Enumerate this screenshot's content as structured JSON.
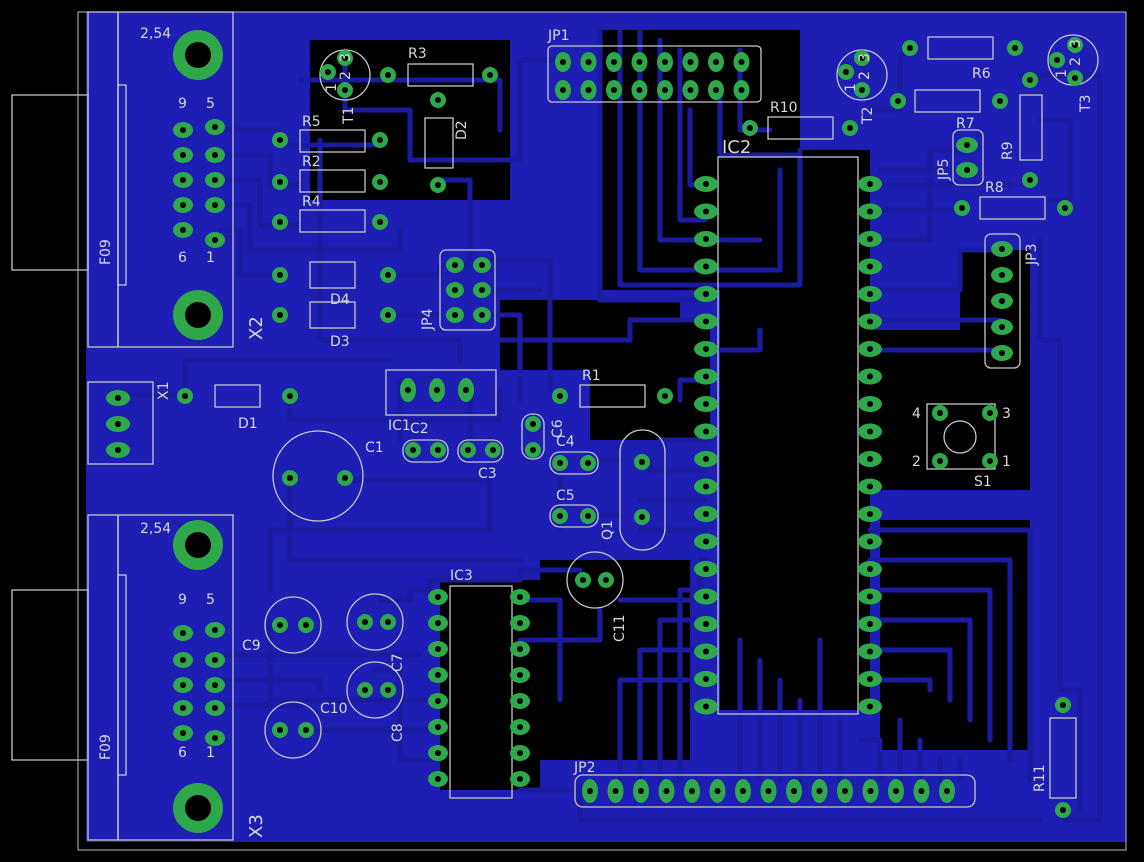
{
  "colors": {
    "background": "#000000",
    "board": "#1e1eb4",
    "trace": "#1a1a9c",
    "pad": "#2ea84a",
    "silkscreen": "#c8c8c8",
    "bridge": "#c83030"
  },
  "labels": {
    "jp1": "JP1",
    "jp2": "JP2",
    "jp3": "JP3",
    "jp4": "JP4",
    "jp5": "JP5",
    "ic2": "IC2",
    "ic3": "IC3",
    "ic1": "IC1",
    "r1": "R1",
    "r2": "R2",
    "r3": "R3",
    "r4": "R4",
    "r5": "R5",
    "r6": "R6",
    "r7": "R7",
    "r8": "R8",
    "r9": "R9",
    "r10": "R10",
    "r11": "R11",
    "d1": "D1",
    "d2": "D2",
    "d3": "D3",
    "d4": "D4",
    "t1": "T1",
    "t2": "T2",
    "t3": "T3",
    "c1": "C1",
    "c2": "C2",
    "c3": "C3",
    "c4": "C4",
    "c5": "C5",
    "c6": "C6",
    "c7": "C7",
    "c8": "C8",
    "c9": "C9",
    "c10": "C10",
    "c11": "C11",
    "q1": "Q1",
    "s1": "S1",
    "x1": "X1",
    "x2": "X2",
    "x3": "X3",
    "f09": "F09",
    "pitch": "2,54",
    "pin1": "1",
    "pin2": "2",
    "pin3": "3",
    "pin4": "4",
    "pin5": "5",
    "pin6": "6",
    "pin9": "9"
  }
}
